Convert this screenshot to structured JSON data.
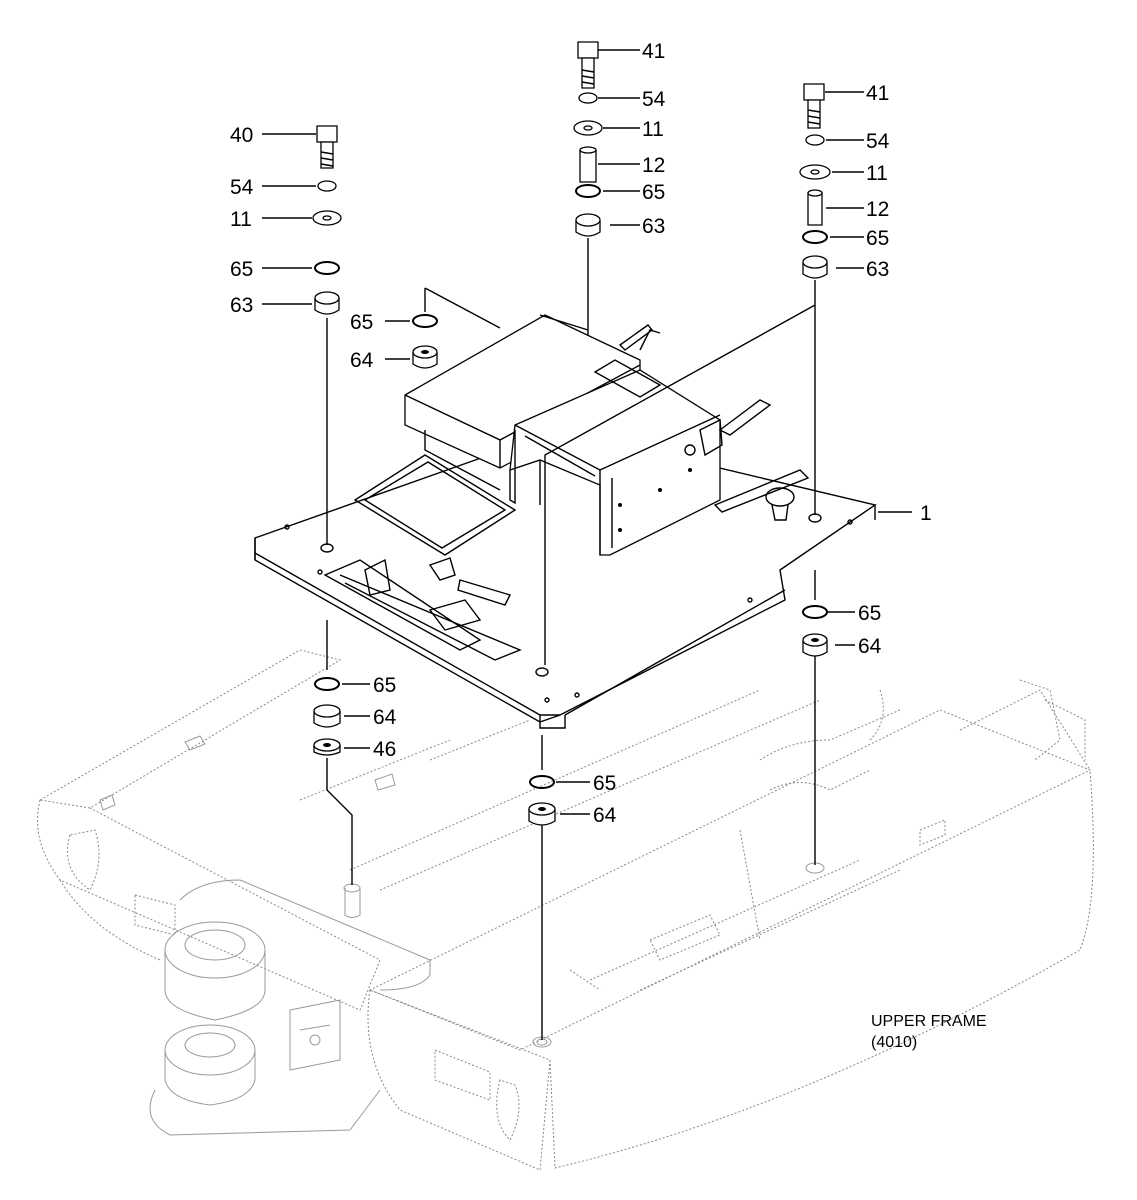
{
  "diagram": {
    "callouts": [
      {
        "id": "c41a",
        "label": "41"
      },
      {
        "id": "c54a",
        "label": "54"
      },
      {
        "id": "c11a",
        "label": "11"
      },
      {
        "id": "c12a",
        "label": "12"
      },
      {
        "id": "c65a",
        "label": "65"
      },
      {
        "id": "c63a",
        "label": "63"
      },
      {
        "id": "c41b",
        "label": "41"
      },
      {
        "id": "c54b",
        "label": "54"
      },
      {
        "id": "c11b",
        "label": "11"
      },
      {
        "id": "c12b",
        "label": "12"
      },
      {
        "id": "c65b",
        "label": "65"
      },
      {
        "id": "c63b",
        "label": "63"
      },
      {
        "id": "c40",
        "label": "40"
      },
      {
        "id": "c54c",
        "label": "54"
      },
      {
        "id": "c11c",
        "label": "11"
      },
      {
        "id": "c65c",
        "label": "65"
      },
      {
        "id": "c63c",
        "label": "63"
      },
      {
        "id": "c65d",
        "label": "65"
      },
      {
        "id": "c64d",
        "label": "64"
      },
      {
        "id": "c1",
        "label": "1"
      },
      {
        "id": "c65e",
        "label": "65"
      },
      {
        "id": "c64e",
        "label": "64"
      },
      {
        "id": "c65f",
        "label": "65"
      },
      {
        "id": "c64f",
        "label": "64"
      },
      {
        "id": "c46",
        "label": "46"
      },
      {
        "id": "c65g",
        "label": "65"
      },
      {
        "id": "c64g",
        "label": "64"
      }
    ],
    "note": {
      "line1": "UPPER FRAME",
      "line2": "(4010)"
    }
  }
}
